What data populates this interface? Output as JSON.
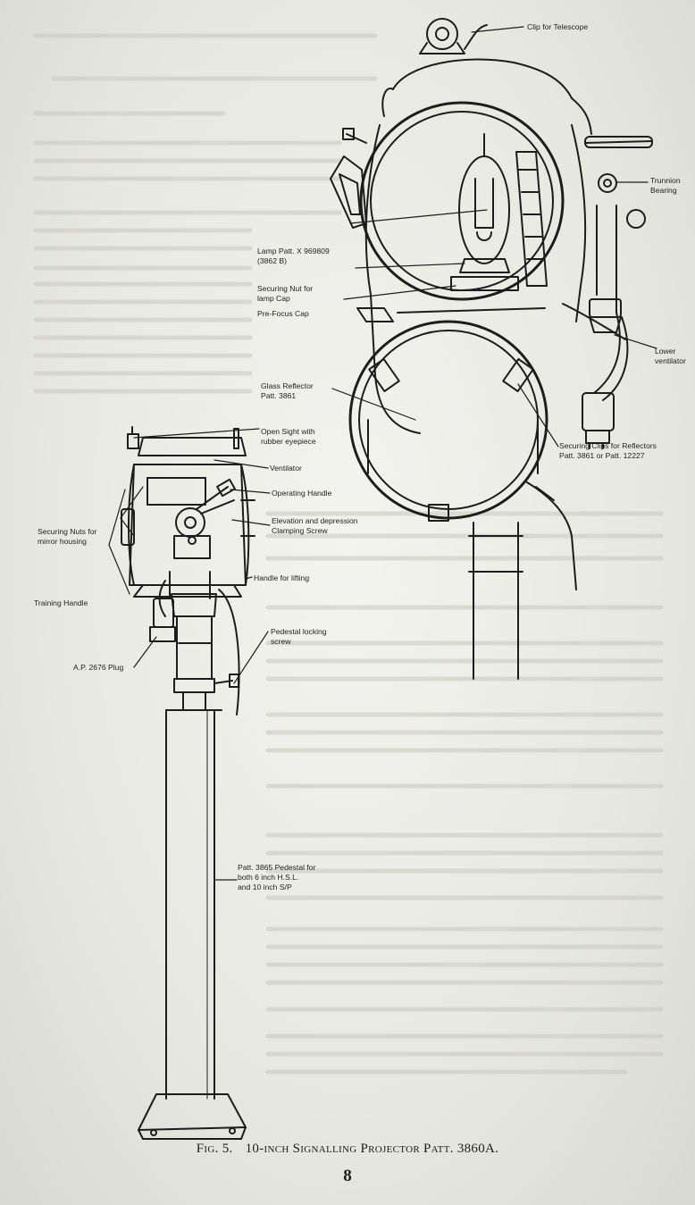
{
  "figure": {
    "number": "Fig. 5.",
    "title": "10-inch Signalling Projector Patt. 3860A."
  },
  "page_number": "8",
  "labels": {
    "clip_telescope": "Clip for Telescope",
    "trunnion_1": "Trunnion",
    "trunnion_2": "Bearing",
    "lamp_1": "Lamp Patt. X 969809",
    "lamp_2": "(3862 B)",
    "securing_nut_1": "Securing Nut for",
    "securing_nut_2": "lamp Cap",
    "prefocus": "Pre-Focus Cap",
    "lower_vent_1": "Lower",
    "lower_vent_2": "ventilator",
    "glass_reflector_1": "Glass Reflector",
    "glass_reflector_2": "Patt. 3861",
    "securing_clips_1": "Securing Clips for Reflectors",
    "securing_clips_2": "Patt. 3861 or Patt. 12227",
    "open_sight_1": "Open Sight with",
    "open_sight_2": "rubber eyepiece",
    "ventilator": "Ventilator",
    "operating_handle": "Operating Handle",
    "elevation_1": "Elevation and depression",
    "elevation_2": "Clamping Screw",
    "securing_nuts_mirror_1": "Securing Nuts for",
    "securing_nuts_mirror_2": "mirror housing",
    "handle_lifting": "Handle for lifting",
    "training_handle": "Training Handle",
    "plug": "A.P. 2676 Plug",
    "pedestal_locking_1": "Pedestal locking",
    "pedestal_locking_2": "screw",
    "pedestal_1": "Patt. 3865 Pedestal for",
    "pedestal_2": "both 6 inch H.S.L.",
    "pedestal_3": "and 10 inch S/P"
  }
}
